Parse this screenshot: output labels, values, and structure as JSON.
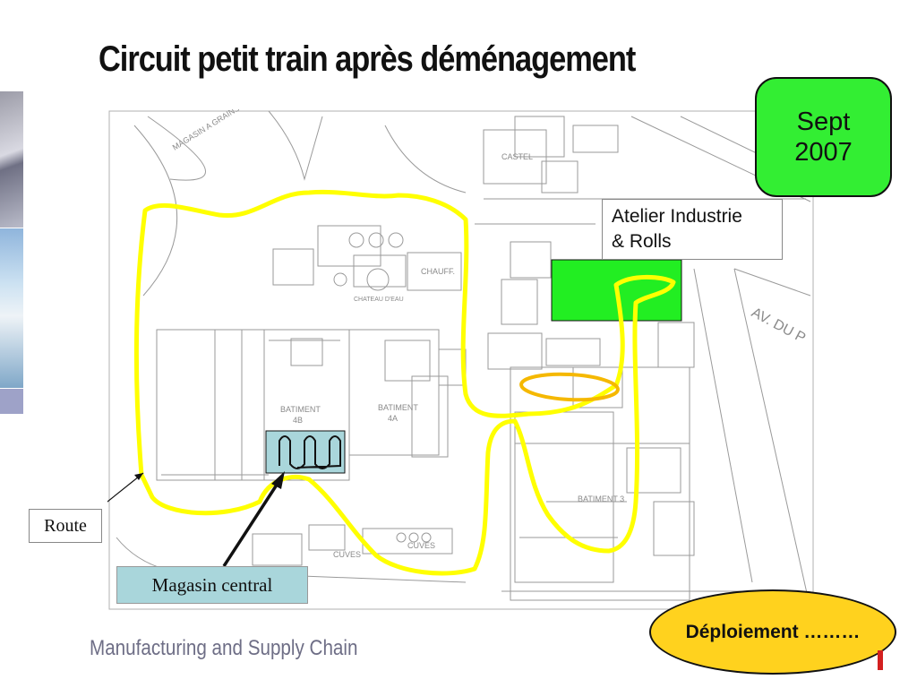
{
  "slide": {
    "title": "Circuit petit train après déménagement",
    "footer": "Manufacturing and Supply Chain",
    "deployment_note": "Déploiement ………"
  },
  "date_badge": {
    "line1": "Sept",
    "line2": "2007"
  },
  "callouts": {
    "atelier_line1": "Atelier Industrie",
    "atelier_line2": "& Rolls",
    "route": "Route",
    "magasin": "Magasin central"
  },
  "plan_labels": {
    "magasin_a_grains": "MAGASIN A GRAINS",
    "castel": "CASTEL",
    "chauff": "CHAUFF.",
    "chateau_eau": "CHATEAU D'EAU",
    "batiment_4b_a": "BATIMENT",
    "batiment_4b_b": "4B",
    "batiment_4a_a": "BATIMENT",
    "batiment_4a_b": "4A",
    "batiment_3": "BATIMENT 3",
    "cuves_1": "CUVES",
    "cuves_2": "CUVES",
    "avenue": "AV. DU P"
  },
  "colors": {
    "route_line": "#ffff00",
    "spur_line": "#f5b800",
    "zone_green": "#22ee22",
    "magasin_zone": "#a9d6db",
    "deploy_fill": "#ffd21e",
    "plan_lines": "#9a9a9a"
  }
}
